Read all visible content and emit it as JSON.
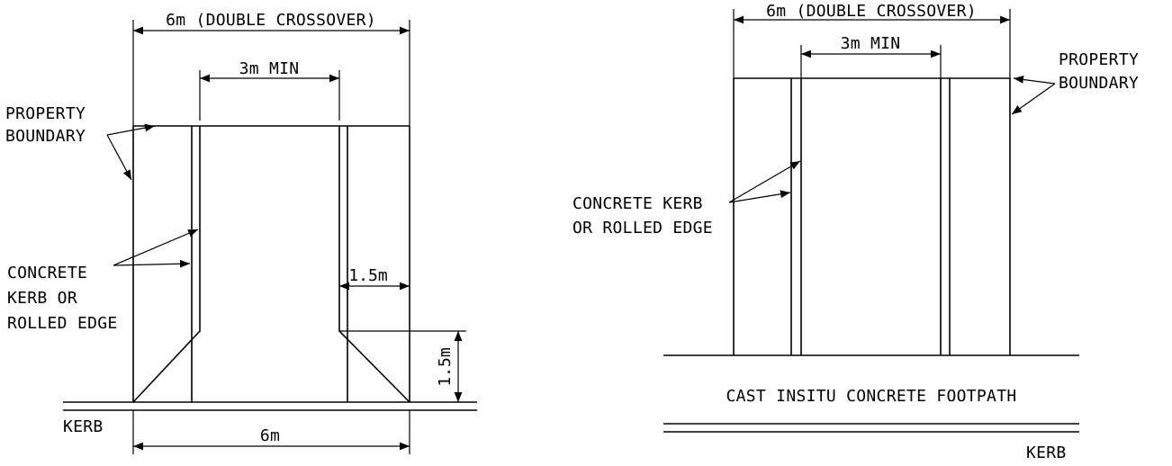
{
  "left_detail": {
    "top_dimension": "6m (DOUBLE CROSSOVER)",
    "inner_dimension": "3m MIN",
    "property_boundary": [
      "PROPERTY",
      "BOUNDARY"
    ],
    "concrete_kerb": [
      "CONCRETE",
      "KERB OR",
      "ROLLED EDGE"
    ],
    "splay_width": "1.5m",
    "splay_depth": "1.5m",
    "kerb": "KERB",
    "bottom_dimension": "6m"
  },
  "right_detail": {
    "top_dimension": "6m (DOUBLE CROSSOVER)",
    "inner_dimension": "3m MIN",
    "property_boundary": [
      "PROPERTY",
      "BOUNDARY"
    ],
    "concrete_kerb": [
      "CONCRETE KERB",
      "OR ROLLED EDGE"
    ],
    "footpath": "CAST INSITU CONCRETE FOOTPATH",
    "kerb": "KERB"
  }
}
